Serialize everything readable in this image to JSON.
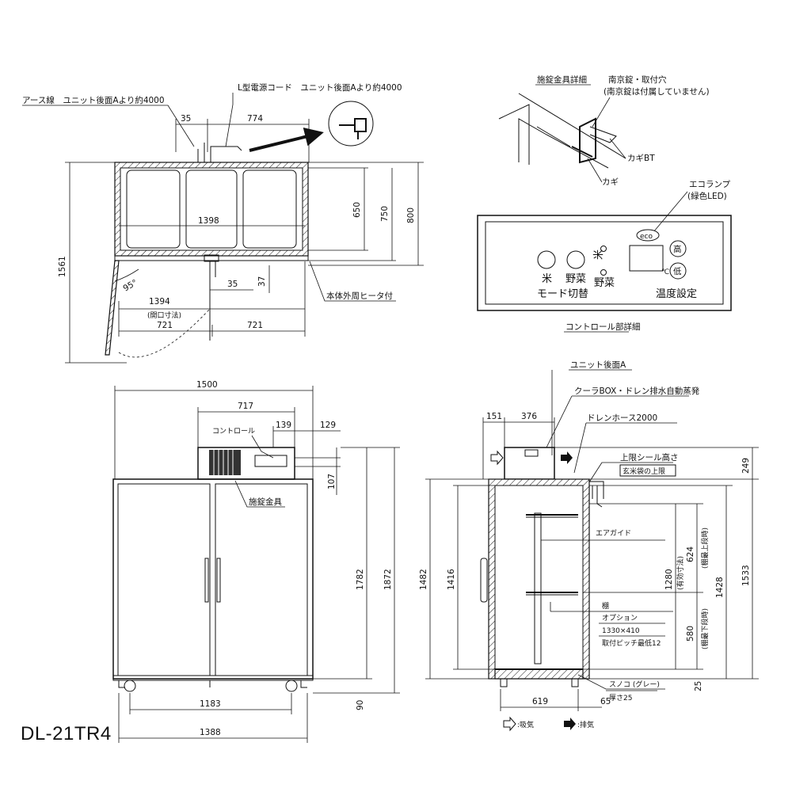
{
  "model": "DL-21TR4",
  "top_view": {
    "earth_wire": "アース線　ユニット後面Aより約4000",
    "power_cord": "L型電源コード　ユニット後面Aより約4000",
    "dim_35_top": "35",
    "dim_774": "774",
    "dim_1398": "1398",
    "dim_650": "650",
    "dim_750": "750",
    "dim_800": "800",
    "dim_1561": "1561",
    "dim_95deg": "95°",
    "dim_1394": "1394",
    "opening_note": "(開口寸法)",
    "dim_35_bottom": "35",
    "dim_37": "37",
    "dim_721_left": "721",
    "dim_721_right": "721",
    "heater_note": "本体外周ヒータ付"
  },
  "lock_detail": {
    "title": "施錠金具詳細",
    "padlock_note_1": "南京錠・取付穴",
    "padlock_note_2": "(南京錠は付属していません)",
    "hook_bt": "カギBT",
    "hook": "カギ"
  },
  "control_panel": {
    "eco_lamp_1": "エコランプ",
    "eco_lamp_2": "(緑色LED)",
    "eco_badge": "eco",
    "rice_button": "米",
    "vegetable_button": "野菜",
    "rice_indicator": "米",
    "vegetable_indicator": "野菜",
    "mode_switch": "モード切替",
    "temp_high": "高",
    "temp_low": "低",
    "temp_unit": "℃",
    "temp_setting": "温度設定",
    "caption": "コントロール部詳細"
  },
  "front_view": {
    "dim_1500": "1500",
    "dim_717": "717",
    "dim_139": "139",
    "dim_129": "129",
    "control_label": "コントロール",
    "dim_107": "107",
    "lock_hardware": "施錠金具",
    "dim_1782": "1782",
    "dim_1872": "1872",
    "dim_1183": "1183",
    "dim_90": "90",
    "dim_1388": "1388"
  },
  "side_view": {
    "unit_rear_a": "ユニット後面A",
    "cooler_box": "クーラBOX・ドレン排水自動蒸発",
    "drain_hose": "ドレンホース2000",
    "dim_151": "151",
    "dim_376": "376",
    "upper_limit_seal": "上限シール高さ",
    "rice_bag_limit": "玄米袋の上限",
    "dim_249": "249",
    "air_guide": "エアガイド",
    "dim_1482": "1482",
    "dim_1416": "1416",
    "dim_1280": "1280",
    "effective_dim": "(有効寸法)",
    "dim_624": "624",
    "top_shelf": "(棚最上段時)",
    "dim_1428": "1428",
    "dim_1533": "1533",
    "shelf_label": "棚",
    "option_label": "オプション",
    "shelf_size": "1330×410",
    "shelf_pitch": "取付ピッチ最低12",
    "dim_580": "580",
    "bottom_shelf": "(棚最下段時)",
    "dim_25_right": "25",
    "slatted_floor": "スノコ (グレー)",
    "thickness": "厚さ25",
    "dim_619": "619",
    "dim_65": "65",
    "intake_legend": ":吸気",
    "exhaust_legend": ":排気"
  }
}
